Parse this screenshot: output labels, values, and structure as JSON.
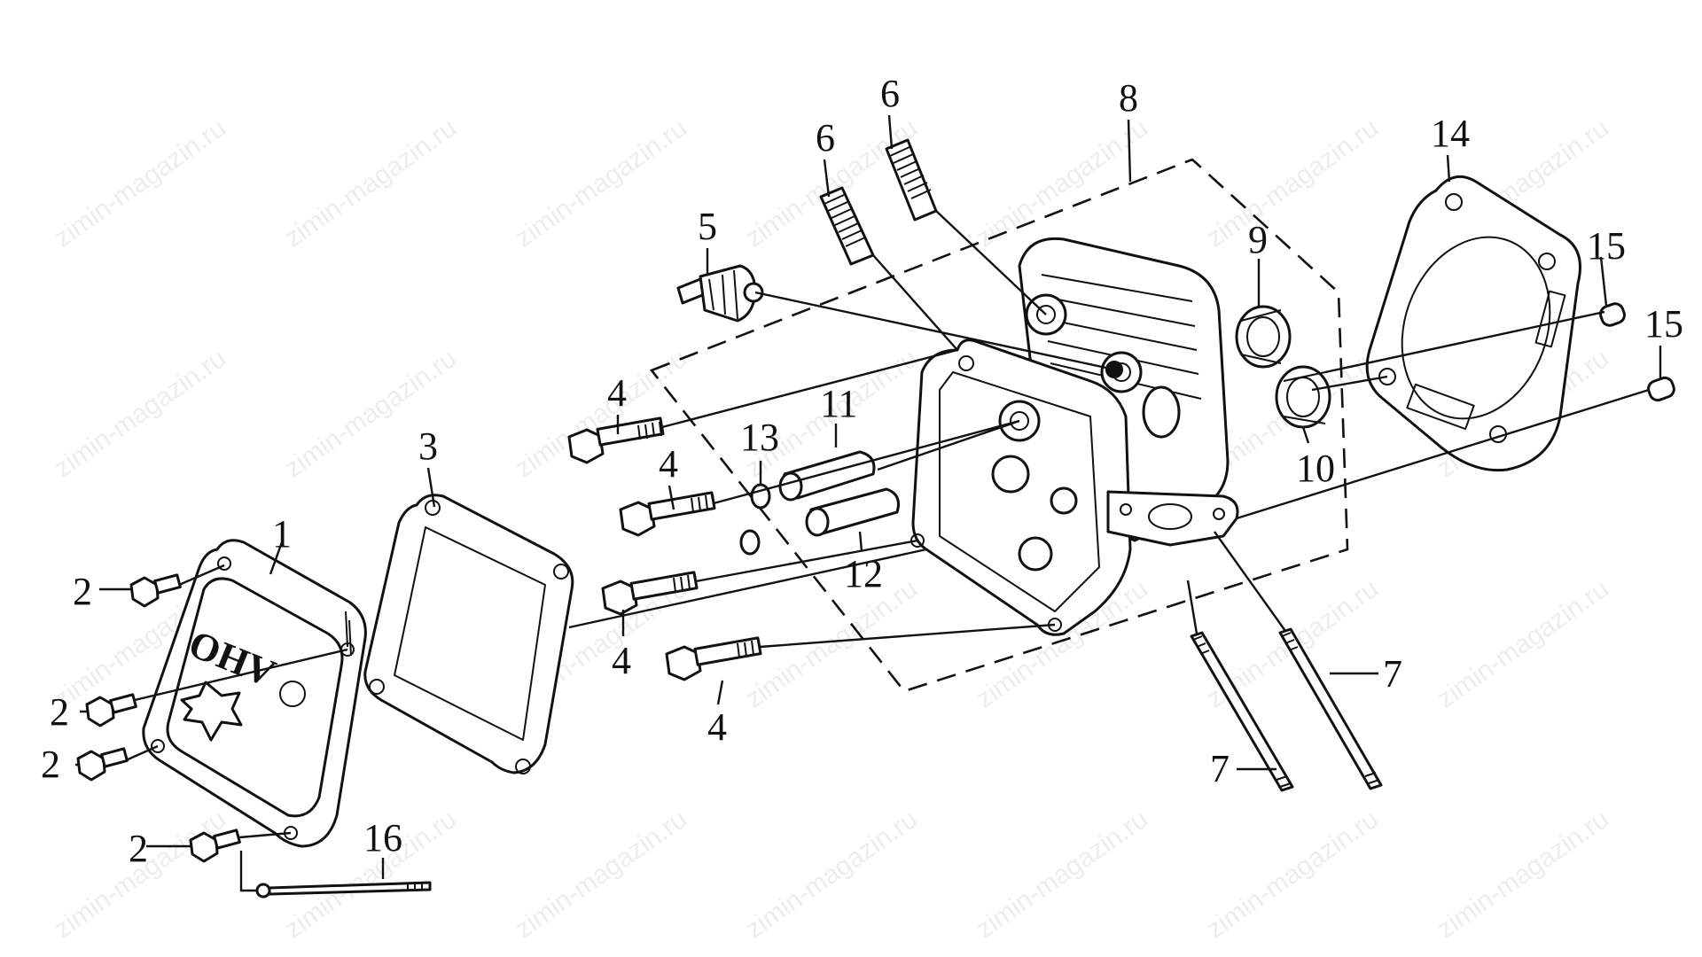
{
  "callouts": {
    "p1": "1",
    "p2": "2",
    "p3": "3",
    "p4": "4",
    "p5": "5",
    "p6": "6",
    "p7": "7",
    "p8": "8",
    "p9": "9",
    "p10": "10",
    "p11": "11",
    "p12": "12",
    "p13": "13",
    "p14": "14",
    "p15": "15",
    "p16": "16"
  },
  "cover_emboss": "OHV",
  "watermark": "zimin-magazin.ru",
  "colors": {
    "ink": "#111111",
    "background": "#ffffff"
  }
}
